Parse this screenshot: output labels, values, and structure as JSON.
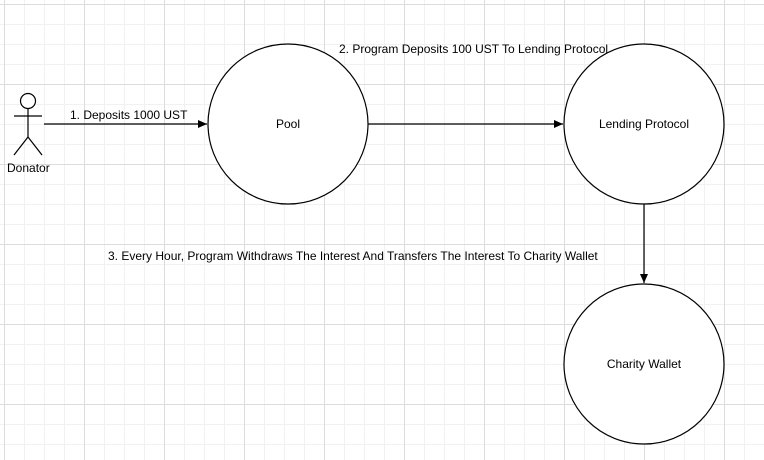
{
  "diagram": {
    "actor": {
      "label": "Donator"
    },
    "nodes": {
      "pool": {
        "label": "Pool"
      },
      "lending": {
        "label": "Lending Protocol"
      },
      "charity": {
        "label": "Charity Wallet"
      }
    },
    "edges": {
      "deposit": {
        "label": "1. Deposits 1000 UST"
      },
      "lend": {
        "label": "2. Program Deposits 100 UST To Lending Protocol"
      },
      "withdraw": {
        "label": "3. Every Hour, Program Withdraws The Interest And Transfers The Interest To Charity Wallet"
      }
    },
    "colors": {
      "stroke": "#000000",
      "fill": "#ffffff",
      "grid": "#dcdcdc"
    }
  }
}
